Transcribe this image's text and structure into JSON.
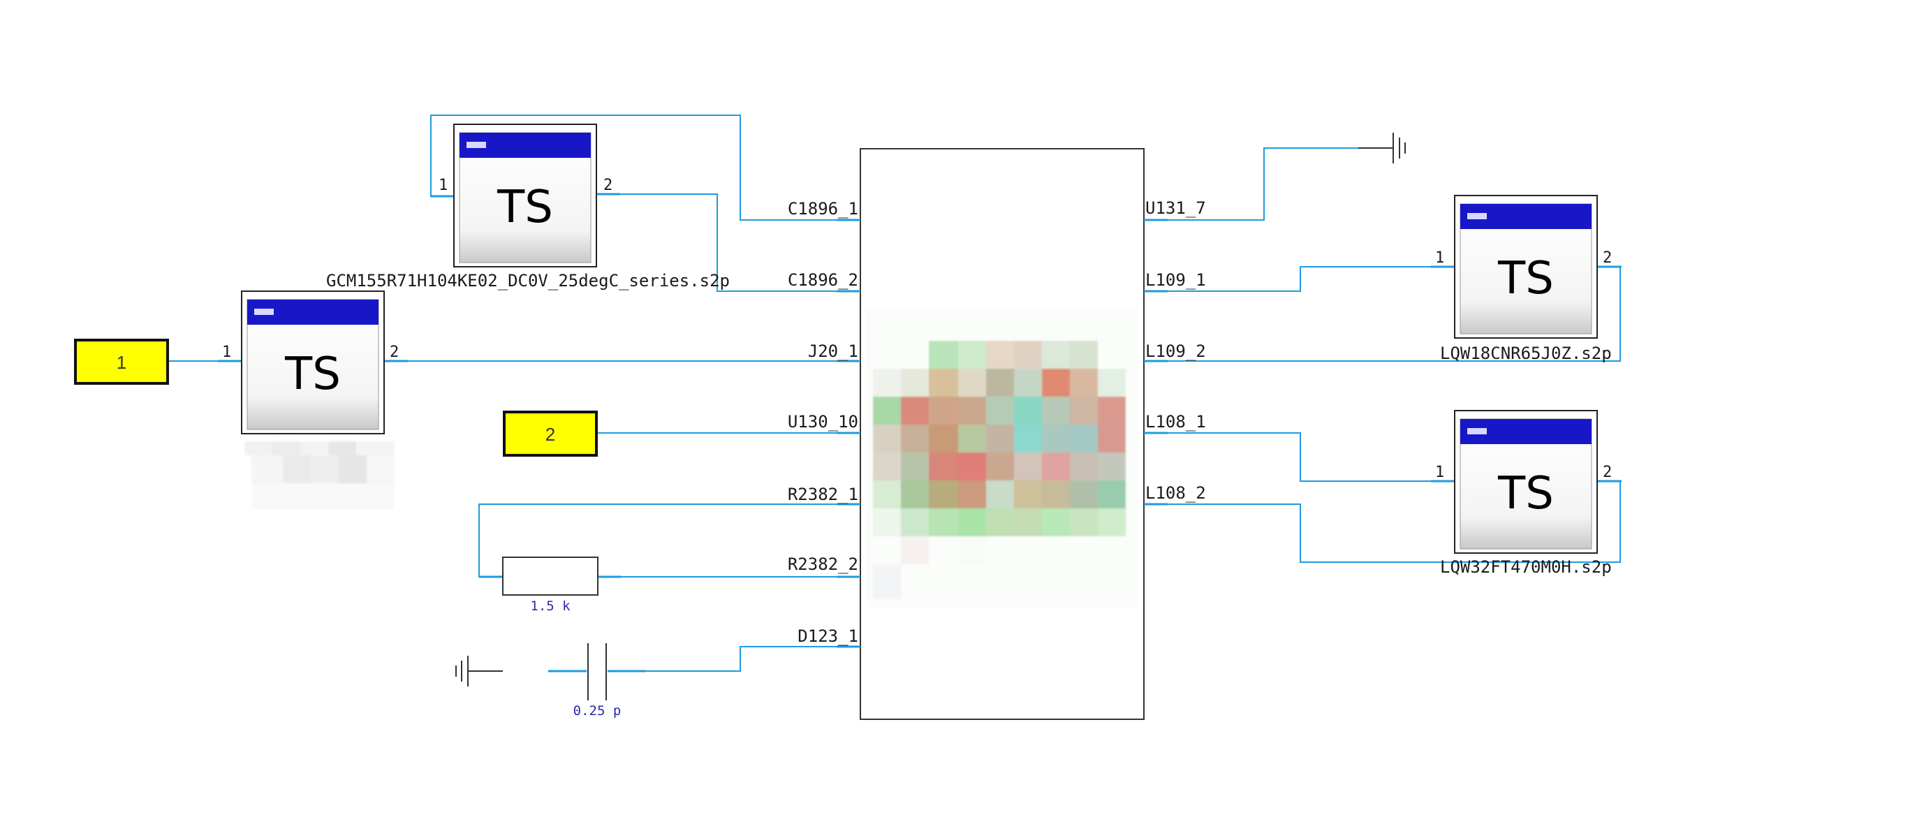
{
  "colors": {
    "wire": "#1e9be0",
    "port_fill": "#ffff00",
    "ts_titlebar": "#1717c8",
    "value_text": "#2a2aa8"
  },
  "ports": [
    {
      "id": "1",
      "label": "1"
    },
    {
      "id": "2",
      "label": "2"
    }
  ],
  "ts_blocks": {
    "gcm": {
      "icon": "TS",
      "pin1": "1",
      "pin2": "2",
      "filename": "GCM155R71H104KE02_DC0V_25degC_series.s2p"
    },
    "left": {
      "icon": "TS",
      "pin1": "1",
      "pin2": "2",
      "filename": ""
    },
    "lqw18": {
      "icon": "TS",
      "pin1": "1",
      "pin2": "2",
      "filename": "LQW18CNR65J0Z.s2p"
    },
    "lqw32": {
      "icon": "TS",
      "pin1": "1",
      "pin2": "2",
      "filename": "LQW32FT470M0H.s2p"
    }
  },
  "ic_pins": {
    "left": [
      "C1896_1",
      "C1896_2",
      "J20_1",
      "U130_10",
      "R2382_1",
      "R2382_2",
      "D123_1"
    ],
    "right": [
      "U131_7",
      "L109_1",
      "L109_2",
      "L108_1",
      "L108_2"
    ]
  },
  "resistor": {
    "value": "1.5 k"
  },
  "capacitor": {
    "value": "0.25 p"
  },
  "icons": [
    "ground-icon",
    "ts-file-icon",
    "resistor-icon",
    "capacitor-icon"
  ]
}
